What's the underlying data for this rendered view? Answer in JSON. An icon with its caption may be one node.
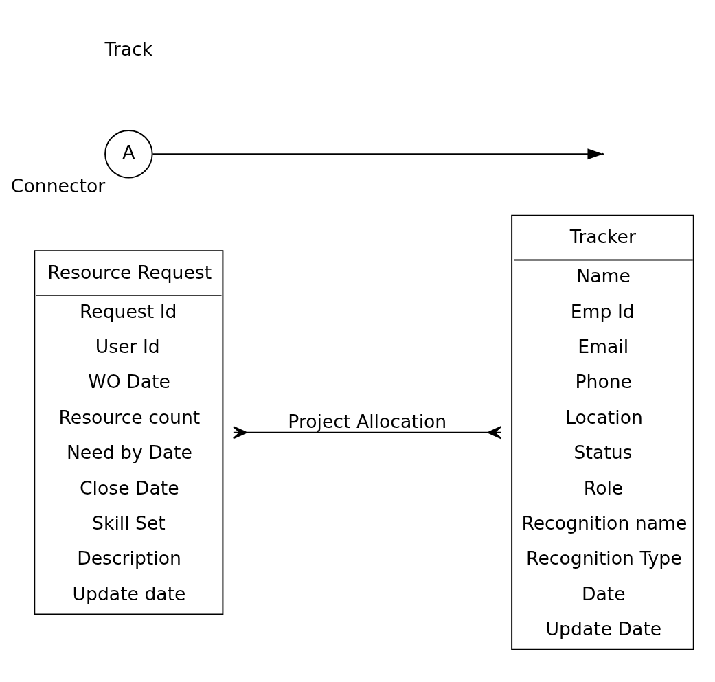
{
  "diagram": {
    "nodes": [
      {
        "text": [
          "Resource Request",
          "Request Id",
          "User Id",
          "WO Date",
          "Resource count",
          "Need by Date",
          "Close Date",
          "Skill Set",
          "Description",
          "Update date"
        ]
      },
      {
        "text": [
          "Tracker",
          "Name",
          "Emp Id",
          "Email",
          "Phone",
          "Location",
          "Status",
          "Role",
          "Recognition name",
          "Recognition Type",
          "Date",
          "Update Date"
        ]
      },
      {
        "text": [
          "A"
        ],
        "beside": [
          "Connector"
        ]
      }
    ],
    "edges": [
      {
        "from": 0,
        "to": 1,
        "arrow": "other",
        "label": "Project Allocation"
      },
      {
        "from": 2,
        "to": null,
        "arrow": "to"
      }
    ],
    "labels": [
      "Track"
    ]
  }
}
